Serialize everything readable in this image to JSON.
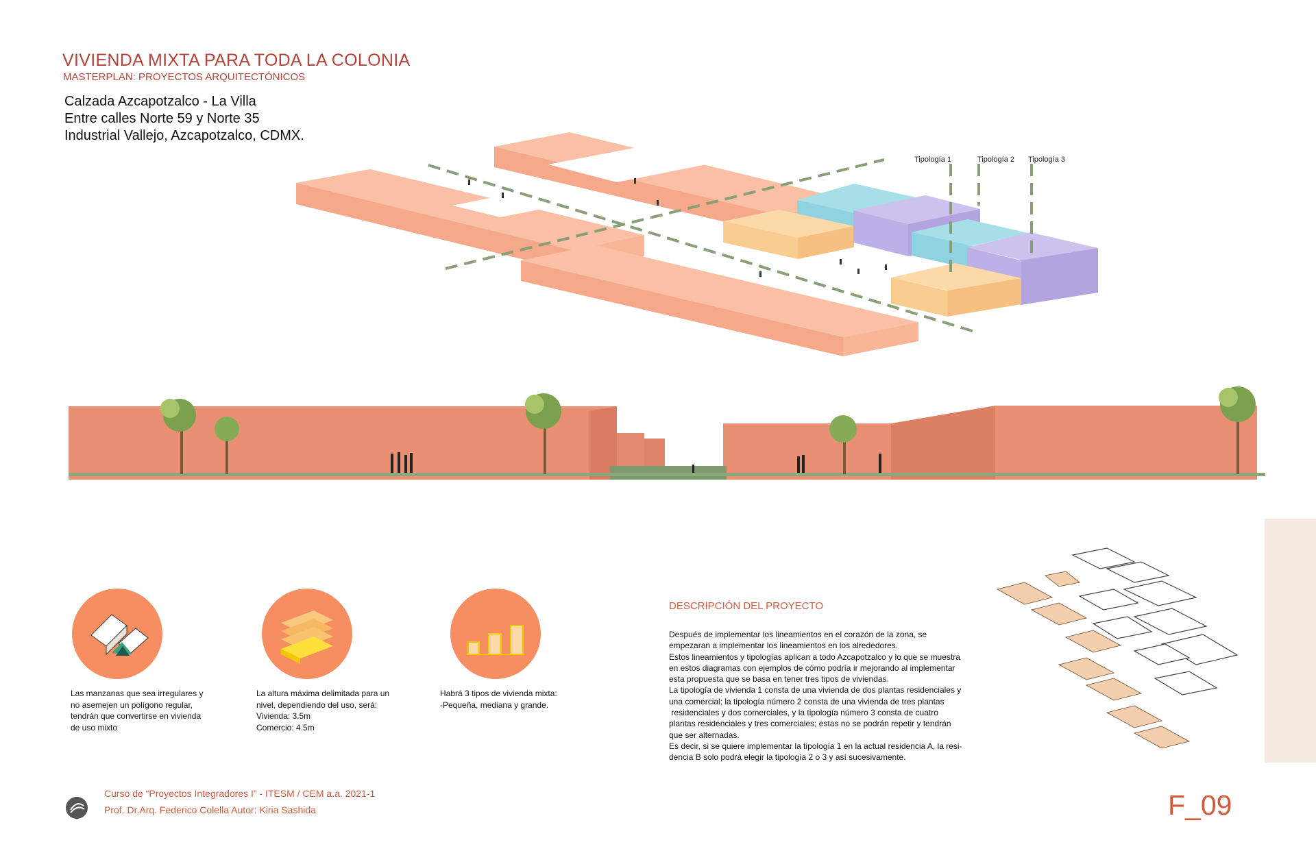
{
  "header": {
    "title": "VIVIENDA MIXTA PARA TODA LA COLONIA",
    "subtitle": "MASTERPLAN: PROYECTOS ARQUITECTÓNICOS",
    "address": [
      "Calzada Azcapotzalco - La Villa",
      "Entre calles Norte 59 y Norte 35",
      "Industrial Vallejo, Azcapotzalco, CDMX."
    ]
  },
  "typologies": [
    "Tipología 1",
    "Tipología 2",
    "Tipología 3"
  ],
  "colors": {
    "accent": "#d25a3c",
    "title": "#b5433a",
    "block_salmon": "#f9c0a6",
    "typology_cyan": "#8fd3e0",
    "typology_purple": "#bdb0e6",
    "typology_yellow": "#f9cc90",
    "wall_terracotta": "#e98f73",
    "circle_orange": "#f68e62",
    "sidebar": "#f5ebe2"
  },
  "icons": [
    {
      "name": "irregular-blocks-icon"
    },
    {
      "name": "height-layers-icon"
    },
    {
      "name": "three-sizes-icon"
    }
  ],
  "criteria": [
    [
      "Las manzanas que sea irregulares y",
      "no asemejen un polígono regular,",
      "tendrán que convertirse en vivienda",
      "de uso mixto"
    ],
    [
      "La altura máxima delimitada para un",
      "nivel, dependiendo del uso, será:",
      "Vivienda: 3.5m",
      "Comercio: 4.5m"
    ],
    [
      "Habrá 3 tipos de vivienda mixta:",
      "-Pequeña, mediana y grande."
    ]
  ],
  "description": {
    "title": "DESCRIPCIÓN DEL PROYECTO",
    "lines": [
      "Después de implementar los lineamientos en el corazón de la zona, se",
      "empezaran a implementar los lineamientos en los alrededores.",
      "Estos lineamientos y tipologías aplican a todo Azcapotzalco y lo que se muestra",
      "en estos diagramas con ejemplos de cómo podría ir mejorando al implementar",
      "esta propuesta que se basa en tener tres tipos de viviendas.",
      "La tipología de vivienda 1 consta de una vivienda de dos plantas residenciales y",
      "una comercial; la tipología número 2 consta de una vivienda de tres plantas",
      " residenciales y dos comerciales, y la tipología número 3 consta de cuatro",
      "plantas residenciales y tres comerciales; estas no se podrán repetir y tendrán",
      "que ser alternadas.",
      "Es decir, si se quiere implementar la tipología 1 en la actual residencia A, la resi-",
      "dencia B solo podrá elegir la tipología 2 o 3 y así sucesivamente."
    ]
  },
  "footer": {
    "course": "Curso de “Proyectos Integradores I” - ITESM / CEM a.a. 2021-1",
    "credits": "Prof. Dr.Arq. Federico Colella  Autor: Kiria Sashida",
    "page_code": "F_09",
    "logo_icon": "itesm-logo-icon"
  }
}
